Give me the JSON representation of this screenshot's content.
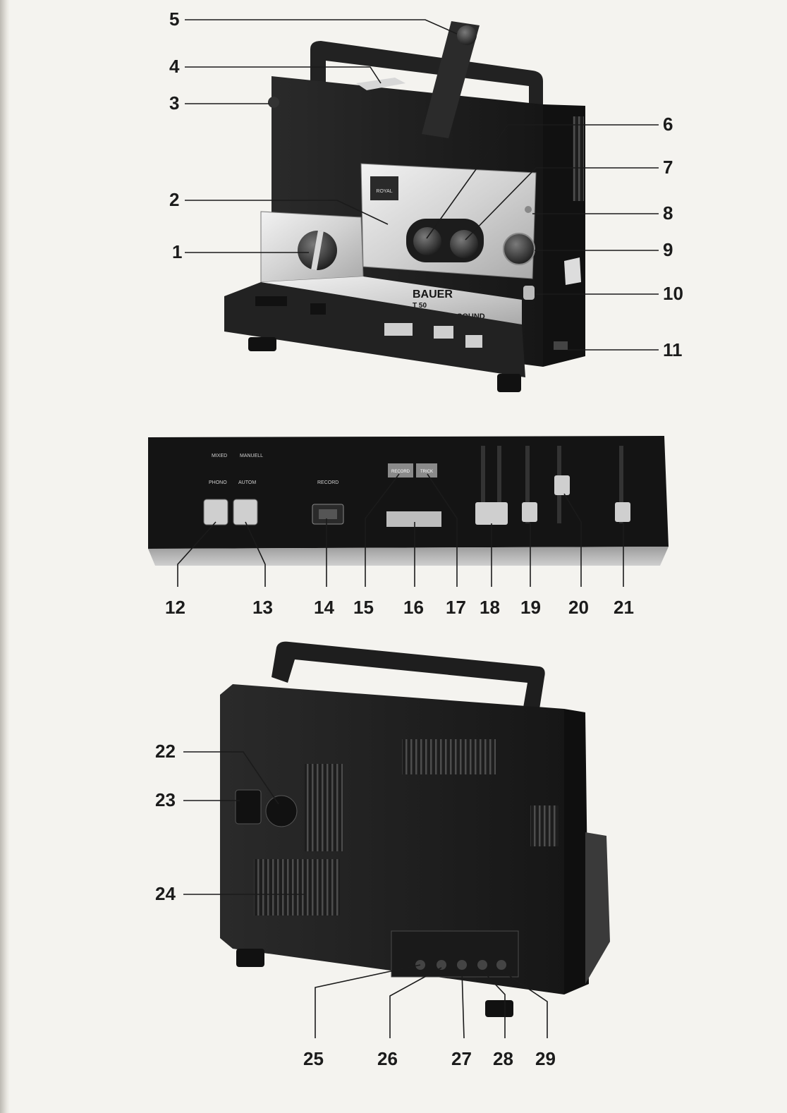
{
  "callouts": {
    "c1": "1",
    "c2": "2",
    "c3": "3",
    "c4": "4",
    "c5": "5",
    "c6": "6",
    "c7": "7",
    "c8": "8",
    "c9": "9",
    "c10": "10",
    "c11": "11",
    "c12": "12",
    "c13": "13",
    "c14": "14",
    "c15": "15",
    "c16": "16",
    "c17": "17",
    "c18": "18",
    "c19": "19",
    "c20": "20",
    "c21": "21",
    "c22": "22",
    "c23": "23",
    "c24": "24",
    "c25": "25",
    "c26": "26",
    "c27": "27",
    "c28": "28",
    "c29": "29"
  },
  "projector_front": {
    "brand": "BAUER",
    "model": "T 50",
    "sound_label": "SOUND",
    "badge": "ROYAL",
    "side_badge": "T 50"
  },
  "control_panel": {
    "labels": {
      "mixed": "MIXED",
      "manuell": "MANUELL",
      "phono": "PHONO",
      "autom": "AUTOM",
      "record": "RECORD",
      "btn_left": "RECORD",
      "btn_right": "TRICK"
    }
  }
}
